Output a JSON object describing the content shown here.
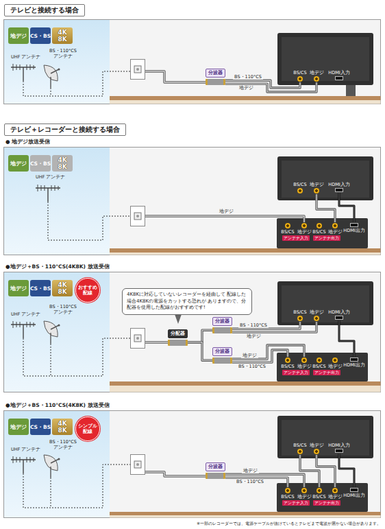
{
  "diagram": {
    "nodes": [
      {
        "text": [
          "テレビと接続する場合"
        ]
      },
      {
        "text": [
          "地デジ"
        ]
      },
      {
        "text": [
          "CS・BS"
        ]
      },
      {
        "text": [
          "4K",
          "8K"
        ]
      },
      {
        "text": [
          "分波器"
        ]
      },
      {
        "text": [
          "BS/CS"
        ]
      },
      {
        "text": [
          "地デジ"
        ]
      },
      {
        "text": [
          "HDMI入力"
        ]
      },
      {
        "text": [
          "テレビ＋レコーダーと接続する場合"
        ]
      },
      {
        "text": [
          "地デジ"
        ]
      },
      {
        "text": [
          "CS・BS"
        ]
      },
      {
        "text": [
          "4K",
          "8K"
        ]
      },
      {
        "text": [
          "BS/CS"
        ]
      },
      {
        "text": [
          "地デジ"
        ]
      },
      {
        "text": [
          "HDMI入力"
        ]
      },
      {
        "text": [
          "BS/CS"
        ]
      },
      {
        "text": [
          "地デジ"
        ]
      },
      {
        "text": [
          "BS/CS"
        ]
      },
      {
        "text": [
          "地デジ"
        ]
      },
      {
        "text": [
          "HDMI出力"
        ]
      },
      {
        "text": [
          "アンテナ入力"
        ]
      },
      {
        "text": [
          "アンテナ出力"
        ]
      },
      {
        "text": [
          "地デジ"
        ]
      },
      {
        "text": [
          "CS・BS"
        ]
      },
      {
        "text": [
          "4K",
          "8K"
        ]
      },
      {
        "text": [
          "おすすめ 配線"
        ]
      },
      {
        "text": [
          "4K8Kに対応していないレコーダーを経由して 配線した場合4K8Kの電源をカットする恐れが ありますので、分配器を使用した配線がおすすめです!"
        ]
      },
      {
        "text": [
          "分配器"
        ]
      },
      {
        "text": [
          "分波器"
        ]
      },
      {
        "text": [
          "分波器"
        ]
      },
      {
        "text": [
          "BS/CS"
        ]
      },
      {
        "text": [
          "地デジ"
        ]
      },
      {
        "text": [
          "HDMI入力"
        ]
      },
      {
        "text": [
          "BS/CS"
        ]
      },
      {
        "text": [
          "地デジ"
        ]
      },
      {
        "text": [
          "BS/CS"
        ]
      },
      {
        "text": [
          "地デジ"
        ]
      },
      {
        "text": [
          "HDMI出力"
        ]
      },
      {
        "text": [
          "アンテナ入力"
        ]
      },
      {
        "text": [
          "アンテナ出力"
        ]
      },
      {
        "text": [
          "地デジ"
        ]
      },
      {
        "text": [
          "CS・BS"
        ]
      },
      {
        "text": [
          "4K",
          "8K"
        ]
      },
      {
        "text": [
          "シンプル 配線"
        ]
      },
      {
        "text": [
          "分波器"
        ]
      },
      {
        "text": [
          "BS/CS"
        ]
      },
      {
        "text": [
          "地デジ"
        ]
      },
      {
        "text": [
          "HDMI入力"
        ]
      },
      {
        "text": [
          "BS/CS"
        ]
      },
      {
        "text": [
          "地デジ"
        ]
      },
      {
        "text": [
          "BS/CS"
        ]
      },
      {
        "text": [
          "地デジ"
        ]
      },
      {
        "text": [
          "HDMI出力"
        ]
      },
      {
        "text": [
          "アンテナ入力"
        ]
      },
      {
        "text": [
          "アンテナ出力"
        ]
      }
    ],
    "edges": [
      {
        "from": 4,
        "to": 5,
        "label": "BS・110°CS",
        "arrow": "none"
      },
      {
        "from": 4,
        "to": 6,
        "label": "地デジ",
        "arrow": "none"
      },
      {
        "from": 18,
        "to": 13,
        "arrow": "none"
      },
      {
        "from": 19,
        "to": 14,
        "arrow": "none"
      },
      {
        "from": 27,
        "to": 28,
        "arrow": "none"
      },
      {
        "from": 27,
        "to": 29,
        "arrow": "none"
      },
      {
        "from": 28,
        "to": 30,
        "label": "BS・110°CS",
        "arrow": "none"
      },
      {
        "from": 28,
        "to": 31,
        "label": "地デジ",
        "arrow": "none"
      },
      {
        "from": 29,
        "to": 34,
        "label": "地デジ",
        "arrow": "none"
      },
      {
        "from": 29,
        "to": 33,
        "label": "BS・110°CS",
        "arrow": "none"
      },
      {
        "from": 37,
        "to": 32,
        "arrow": "none"
      },
      {
        "from": 44,
        "to": 49,
        "label": "地デジ",
        "arrow": "none"
      },
      {
        "from": 44,
        "to": 48,
        "label": "BS・110°CS",
        "arrow": "none"
      },
      {
        "from": 50,
        "to": 45,
        "arrow": "none"
      },
      {
        "from": 51,
        "to": 46,
        "arrow": "none"
      },
      {
        "from": 52,
        "to": 47,
        "arrow": "none"
      }
    ],
    "labels": [
      "UHF アンテナ",
      "BS・110°CS アンテナ",
      "● 地デジ放送受信",
      "UHF アンテナ",
      "地デジ",
      "●地デジ＋BS・110°CS(4K8K) 放送受信",
      "UHF アンテナ",
      "BS・110°CS アンテナ",
      "●地デジ＋BS・110°CS(4K8K) 放送受信",
      "UHF アンテナ",
      "BS・110°CS アンテナ",
      "※一部のレコーダーでは、電源ケーブルが抜けているとテレビまで電波が届かない場合があります。"
    ]
  }
}
